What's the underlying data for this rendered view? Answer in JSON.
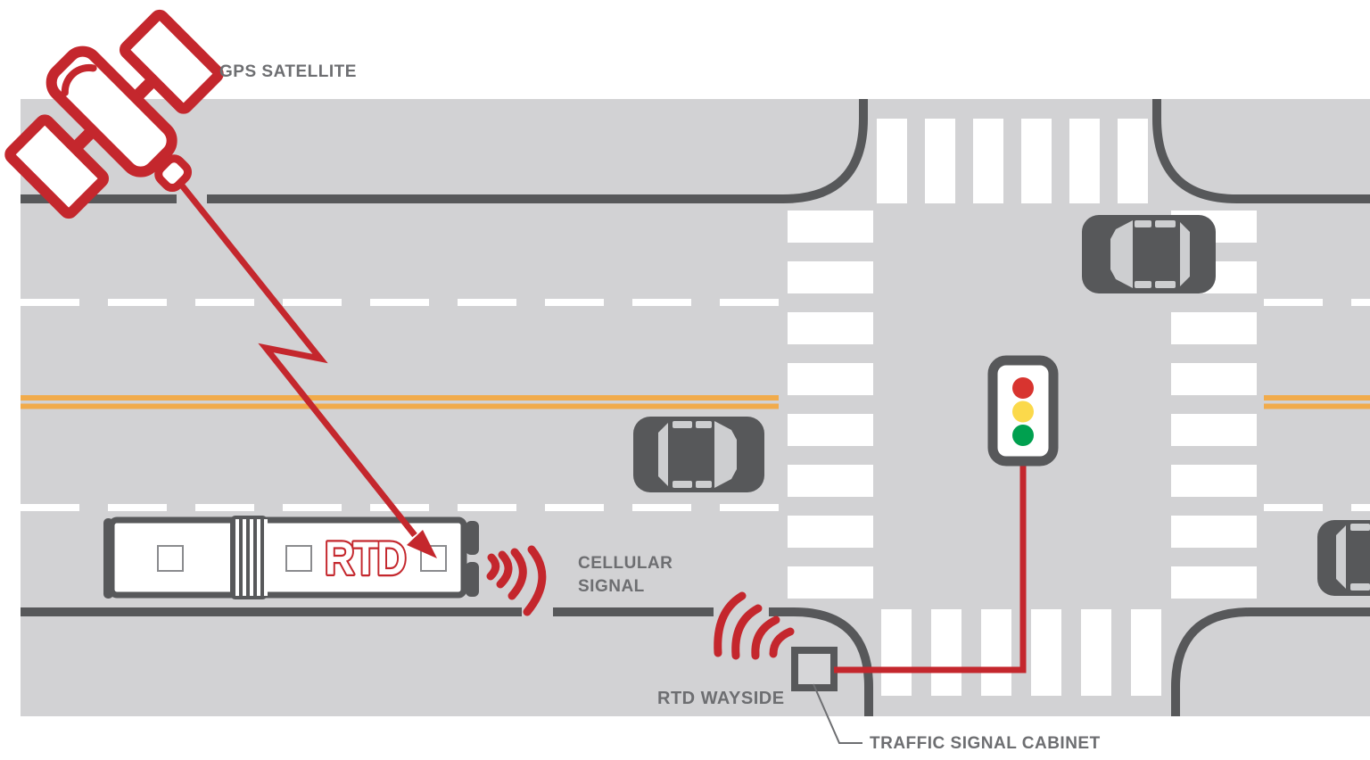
{
  "diagram": {
    "title_context": "RTD transit signal priority diagram",
    "labels": {
      "gps_satellite": "GPS SATELLITE",
      "cellular_signal_line1": "CELLULAR",
      "cellular_signal_line2": "SIGNAL",
      "rtd_wayside": "RTD WAYSIDE",
      "traffic_signal_cabinet": "TRAFFIC SIGNAL CABINET",
      "bus_logo": "RTD"
    },
    "colors": {
      "road_gray": "#d2d2d4",
      "dark_gray": "#57585a",
      "accent_red": "#c4272d",
      "lane_yellow": "#f1ab4b",
      "label_gray": "#6d6e71",
      "glass_gray": "#cdced0",
      "traffic_light_red": "#d8342f",
      "traffic_light_yellow": "#fbd94b",
      "traffic_light_green": "#00a04f",
      "white": "#ffffff"
    },
    "traffic_light": {
      "lights": [
        "red",
        "yellow",
        "green"
      ]
    },
    "elements": [
      "gps-satellite",
      "gps-beam-arrow",
      "articulated-bus",
      "cellular-signal-arcs",
      "wayside-signal-arcs",
      "rtd-wayside-box",
      "signal-connection-line",
      "traffic-light",
      "traffic-signal-cabinet-leader",
      "cars",
      "intersection-with-crosswalks"
    ]
  }
}
